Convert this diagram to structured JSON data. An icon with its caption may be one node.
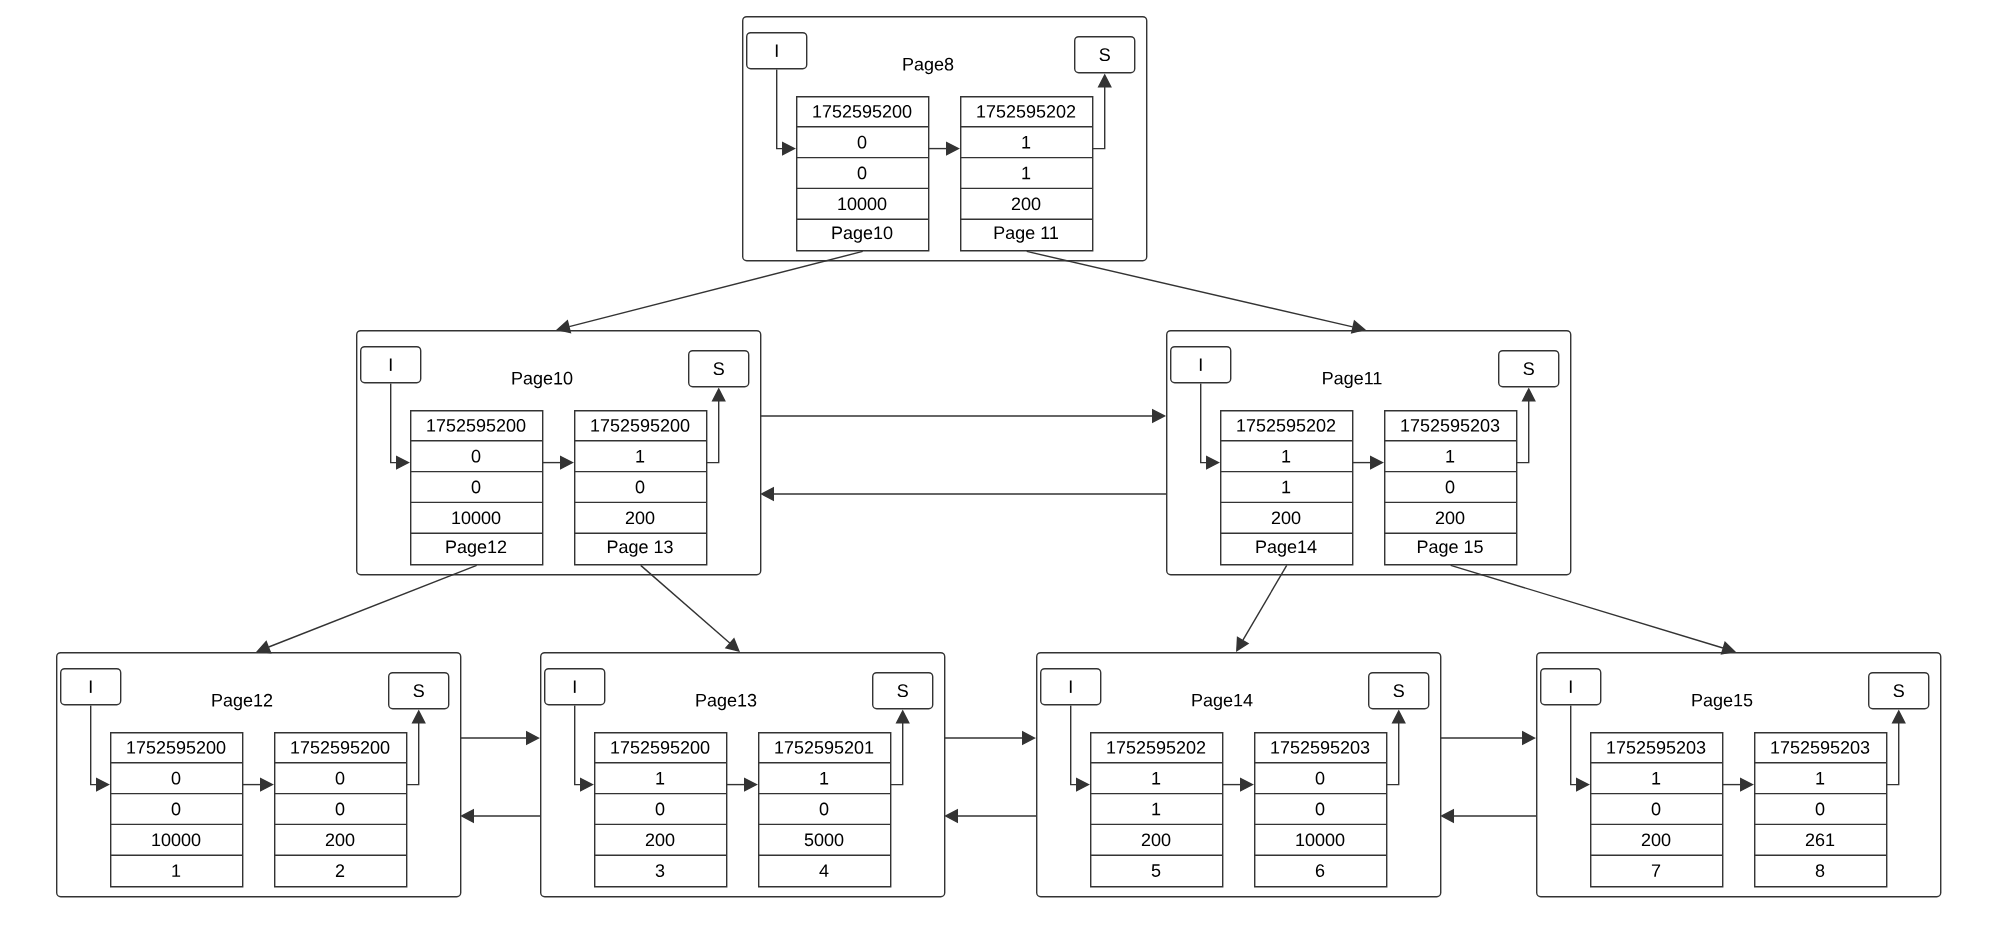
{
  "diagram": {
    "nodes": [
      {
        "text": [
          "Page8"
        ]
      },
      {
        "text": [
          "I"
        ],
        "in": 0
      },
      {
        "text": [
          "S"
        ],
        "in": 0
      },
      {
        "text": [
          "1752595200",
          "0",
          "0",
          "10000",
          "Page10"
        ],
        "in": 0
      },
      {
        "text": [
          "1752595202",
          "1",
          "1",
          "200",
          "Page 11"
        ],
        "in": 0
      },
      {
        "text": [
          "Page10"
        ]
      },
      {
        "text": [
          "I"
        ],
        "in": 5
      },
      {
        "text": [
          "S"
        ],
        "in": 5
      },
      {
        "text": [
          "1752595200",
          "0",
          "0",
          "10000",
          "Page12"
        ],
        "in": 5
      },
      {
        "text": [
          "1752595200",
          "1",
          "0",
          "200",
          "Page 13"
        ],
        "in": 5
      },
      {
        "text": [
          "Page11"
        ]
      },
      {
        "text": [
          "I"
        ],
        "in": 10
      },
      {
        "text": [
          "S"
        ],
        "in": 10
      },
      {
        "text": [
          "1752595202",
          "1",
          "1",
          "200",
          "Page14"
        ],
        "in": 10
      },
      {
        "text": [
          "1752595203",
          "1",
          "0",
          "200",
          "Page 15"
        ],
        "in": 10
      },
      {
        "text": [
          "Page12"
        ]
      },
      {
        "text": [
          "I"
        ],
        "in": 15
      },
      {
        "text": [
          "S"
        ],
        "in": 15
      },
      {
        "text": [
          "1752595200",
          "0",
          "0",
          "10000",
          "1"
        ],
        "in": 15
      },
      {
        "text": [
          "1752595200",
          "0",
          "0",
          "200",
          "2"
        ],
        "in": 15
      },
      {
        "text": [
          "Page13"
        ]
      },
      {
        "text": [
          "I"
        ],
        "in": 20
      },
      {
        "text": [
          "S"
        ],
        "in": 20
      },
      {
        "text": [
          "1752595200",
          "1",
          "0",
          "200",
          "3"
        ],
        "in": 20
      },
      {
        "text": [
          "1752595201",
          "1",
          "0",
          "5000",
          "4"
        ],
        "in": 20
      },
      {
        "text": [
          "Page14"
        ]
      },
      {
        "text": [
          "I"
        ],
        "in": 25
      },
      {
        "text": [
          "S"
        ],
        "in": 25
      },
      {
        "text": [
          "1752595202",
          "1",
          "1",
          "200",
          "5"
        ],
        "in": 25
      },
      {
        "text": [
          "1752595203",
          "0",
          "0",
          "10000",
          "6"
        ],
        "in": 25
      },
      {
        "text": [
          "Page15"
        ]
      },
      {
        "text": [
          "I"
        ],
        "in": 30
      },
      {
        "text": [
          "S"
        ],
        "in": 30
      },
      {
        "text": [
          "1752595203",
          "1",
          "0",
          "200",
          "7"
        ],
        "in": 30
      },
      {
        "text": [
          "1752595203",
          "1",
          "0",
          "261",
          "8"
        ],
        "in": 30
      }
    ],
    "edges": [
      {
        "from": 1,
        "to": 3,
        "arrow": "to"
      },
      {
        "from": 3,
        "to": 4,
        "arrow": "to"
      },
      {
        "from": 4,
        "to": 2,
        "arrow": "to"
      },
      {
        "from": 6,
        "to": 8,
        "arrow": "to"
      },
      {
        "from": 8,
        "to": 9,
        "arrow": "to"
      },
      {
        "from": 9,
        "to": 7,
        "arrow": "to"
      },
      {
        "from": 11,
        "to": 13,
        "arrow": "to"
      },
      {
        "from": 13,
        "to": 14,
        "arrow": "to"
      },
      {
        "from": 14,
        "to": 12,
        "arrow": "to"
      },
      {
        "from": 16,
        "to": 18,
        "arrow": "to"
      },
      {
        "from": 18,
        "to": 19,
        "arrow": "to"
      },
      {
        "from": 19,
        "to": 17,
        "arrow": "to"
      },
      {
        "from": 21,
        "to": 23,
        "arrow": "to"
      },
      {
        "from": 23,
        "to": 24,
        "arrow": "to"
      },
      {
        "from": 24,
        "to": 22,
        "arrow": "to"
      },
      {
        "from": 26,
        "to": 28,
        "arrow": "to"
      },
      {
        "from": 28,
        "to": 29,
        "arrow": "to"
      },
      {
        "from": 29,
        "to": 27,
        "arrow": "to"
      },
      {
        "from": 31,
        "to": 33,
        "arrow": "to"
      },
      {
        "from": 33,
        "to": 34,
        "arrow": "to"
      },
      {
        "from": 34,
        "to": 32,
        "arrow": "to"
      },
      {
        "from": 3,
        "to": 5,
        "arrow": "to"
      },
      {
        "from": 4,
        "to": 10,
        "arrow": "to"
      },
      {
        "from": 8,
        "to": 15,
        "arrow": "to"
      },
      {
        "from": 9,
        "to": 20,
        "arrow": "to"
      },
      {
        "from": 13,
        "to": 25,
        "arrow": "to"
      },
      {
        "from": 14,
        "to": 30,
        "arrow": "to"
      },
      {
        "from": 5,
        "to": 10,
        "arrow": "to"
      },
      {
        "from": 10,
        "to": 5,
        "arrow": "to"
      },
      {
        "from": 15,
        "to": 20,
        "arrow": "to"
      },
      {
        "from": 20,
        "to": 15,
        "arrow": "to"
      },
      {
        "from": 20,
        "to": 25,
        "arrow": "to"
      },
      {
        "from": 25,
        "to": 20,
        "arrow": "to"
      },
      {
        "from": 25,
        "to": 30,
        "arrow": "to"
      },
      {
        "from": 30,
        "to": 25,
        "arrow": "to"
      }
    ]
  }
}
